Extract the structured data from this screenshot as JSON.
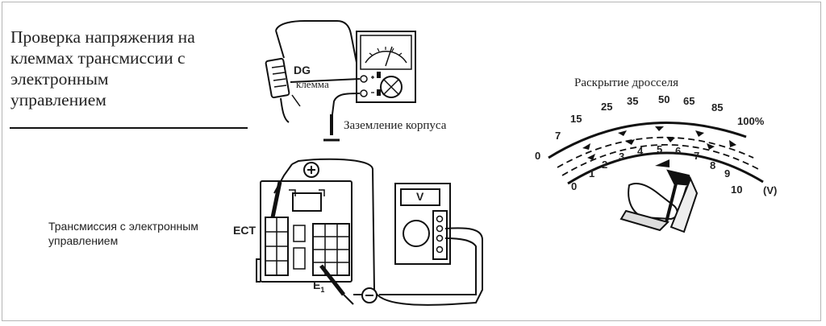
{
  "title_lines": [
    "Проверка напряжения на",
    "клеммах трансмиссии с",
    "электронным",
    "управлением"
  ],
  "labels": {
    "dg": "DG",
    "klemma": "клемма",
    "ground": "Заземление корпуса",
    "ect_caption_1": "Трансмиссия с электронным",
    "ect_caption_2": "управлением",
    "ect": "ECT",
    "e1": "E",
    "e1_sub": "1",
    "voltmeter": "V",
    "plus": "⊕",
    "minus": "⊖",
    "throttle": "Раскрытие дросселя"
  },
  "throttle_scale": [
    "0",
    "7",
    "15",
    "25",
    "35",
    "50",
    "65",
    "85",
    "100%"
  ],
  "voltage_scale": [
    "0",
    "1",
    "2",
    "3",
    "4",
    "5",
    "6",
    "7",
    "8",
    "9",
    "10"
  ],
  "voltage_unit": "(V)",
  "colors": {
    "ink": "#111111",
    "frame": "#b5b5b5"
  }
}
